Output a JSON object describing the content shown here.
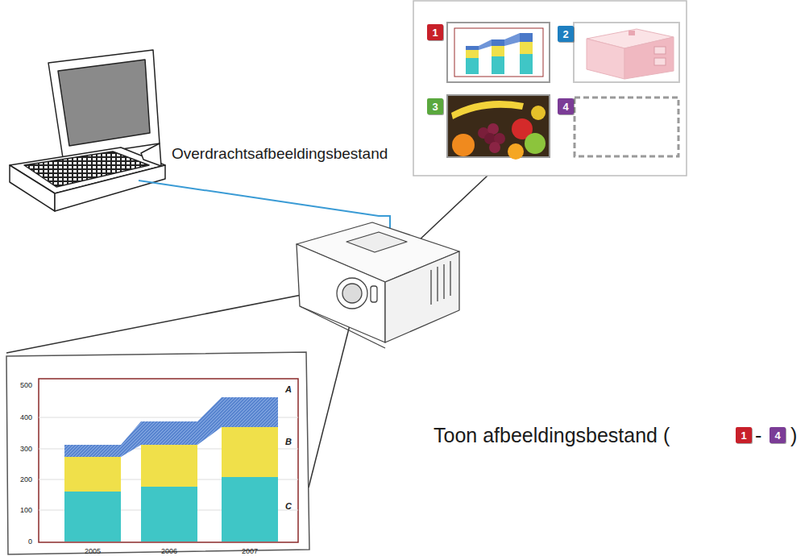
{
  "diagram": {
    "nodes": [
      {
        "text": [
          "1"
        ]
      },
      {
        "text": [
          "2"
        ]
      },
      {
        "text": [
          "3"
        ]
      },
      {
        "text": [
          "4"
        ]
      },
      {
        "text": [
          "1"
        ]
      },
      {
        "text": [
          "4"
        ]
      }
    ],
    "labels": [
      "Overdrachtsafbeeldingsbestand",
      "Toon afbeeldingsbestand (",
      "-",
      ")",
      "500",
      "400",
      "300",
      "200",
      "100",
      "0",
      "2005",
      "2006",
      "2007",
      "A",
      "B",
      "C"
    ]
  }
}
